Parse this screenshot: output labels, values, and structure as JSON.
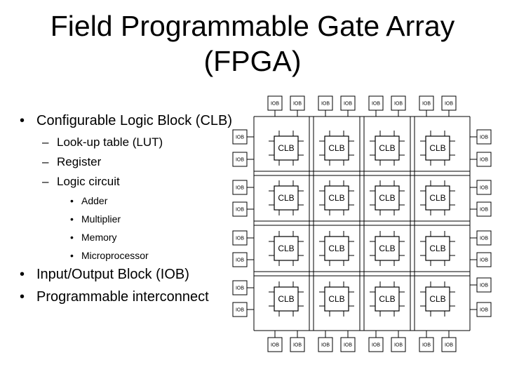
{
  "slide": {
    "title_line1": "Field Programmable Gate Array",
    "title_line2": "(FPGA)"
  },
  "bullets": [
    {
      "text": "Configurable Logic Block (CLB)",
      "sub": [
        {
          "text": "Look-up table (LUT)"
        },
        {
          "text": "Register"
        },
        {
          "text": "Logic circuit",
          "sub": [
            "Adder",
            "Multiplier",
            "Memory",
            "Microprocessor"
          ]
        }
      ]
    },
    {
      "text": "Input/Output Block (IOB)"
    },
    {
      "text": "Programmable interconnect"
    }
  ],
  "diagram": {
    "clb_label": "CLB",
    "iob_label": "IOB",
    "clb_rows": 4,
    "clb_cols": 4,
    "iob_top_count": 8,
    "iob_bottom_count": 8,
    "iob_left_count": 8,
    "iob_right_count": 8
  }
}
